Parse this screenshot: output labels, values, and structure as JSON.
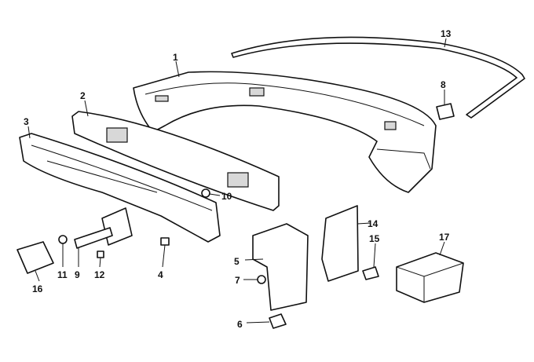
{
  "diagram": {
    "callouts": [
      {
        "id": "1",
        "label": "1"
      },
      {
        "id": "2",
        "label": "2"
      },
      {
        "id": "3",
        "label": "3"
      },
      {
        "id": "4",
        "label": "4"
      },
      {
        "id": "5",
        "label": "5"
      },
      {
        "id": "6",
        "label": "6"
      },
      {
        "id": "7",
        "label": "7"
      },
      {
        "id": "8",
        "label": "8"
      },
      {
        "id": "9",
        "label": "9"
      },
      {
        "id": "10",
        "label": "10"
      },
      {
        "id": "11",
        "label": "11"
      },
      {
        "id": "12",
        "label": "12"
      },
      {
        "id": "13",
        "label": "13"
      },
      {
        "id": "14",
        "label": "14"
      },
      {
        "id": "15",
        "label": "15"
      },
      {
        "id": "16",
        "label": "16"
      },
      {
        "id": "17",
        "label": "17"
      }
    ]
  }
}
